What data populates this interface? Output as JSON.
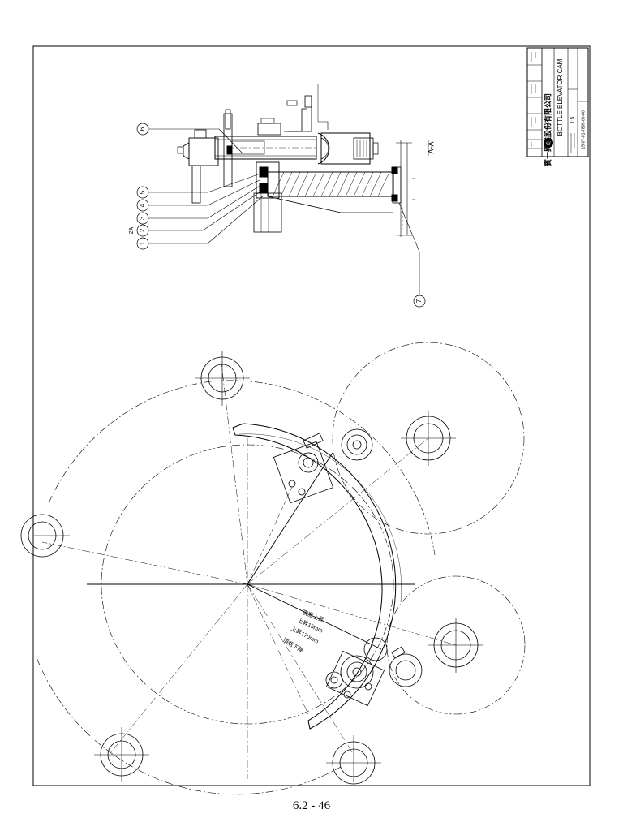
{
  "title_block": {
    "company": "賓一興業股份有限公司",
    "drawing_title": "BOTTLE ELEVATOR CAM",
    "drawing_no": "15-07-01-7806-00-00",
    "scale": "1:5"
  },
  "section": {
    "label": "A-A"
  },
  "balloons": {
    "b1": "1",
    "b2": "2",
    "b2a": "2A",
    "b3": "3",
    "b4": "4",
    "b5": "5",
    "b6": "6",
    "b7": "7"
  },
  "cam_notes": {
    "n1": "頂瓶上昇",
    "n2": "上昇15mm",
    "n3": "上昇170mm",
    "n4": "頂瓶下降"
  },
  "footer": {
    "page_number": "6.2 - 46"
  }
}
